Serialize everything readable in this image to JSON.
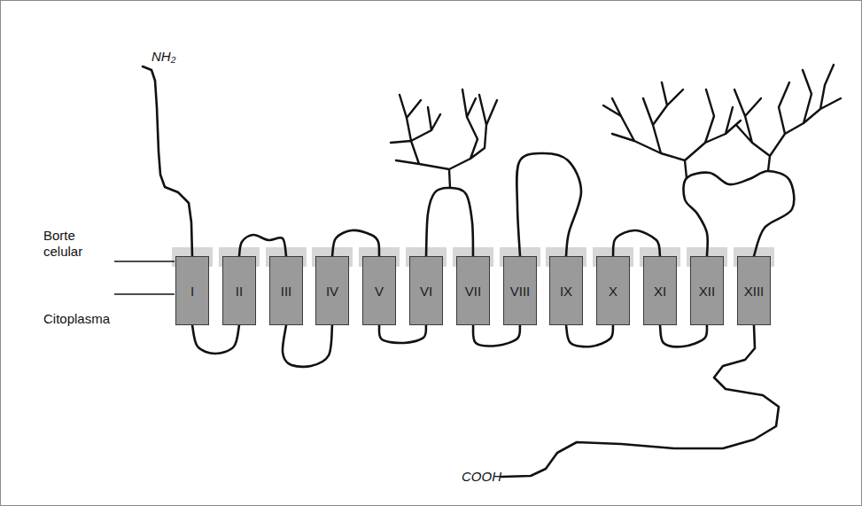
{
  "diagram": {
    "nodes": [
      {
        "text": [
          "I"
        ]
      },
      {
        "text": [
          "II"
        ]
      },
      {
        "text": [
          "III"
        ]
      },
      {
        "text": [
          "IV"
        ]
      },
      {
        "text": [
          "V"
        ]
      },
      {
        "text": [
          "VI"
        ]
      },
      {
        "text": [
          "VII"
        ]
      },
      {
        "text": [
          "VIII"
        ]
      },
      {
        "text": [
          "IX"
        ]
      },
      {
        "text": [
          "X"
        ]
      },
      {
        "text": [
          "XI"
        ]
      },
      {
        "text": [
          "XII"
        ]
      },
      {
        "text": [
          "XIII"
        ]
      }
    ],
    "edges": [
      {
        "from": 0,
        "to": 1,
        "arrow": "none"
      },
      {
        "from": 1,
        "to": 2,
        "arrow": "none"
      },
      {
        "from": 2,
        "to": 3,
        "arrow": "none"
      },
      {
        "from": 3,
        "to": 4,
        "arrow": "none"
      },
      {
        "from": 4,
        "to": 5,
        "arrow": "none"
      },
      {
        "from": 5,
        "to": 6,
        "arrow": "none"
      },
      {
        "from": 6,
        "to": 7,
        "arrow": "none"
      },
      {
        "from": 7,
        "to": 8,
        "arrow": "none"
      },
      {
        "from": 8,
        "to": 9,
        "arrow": "none"
      },
      {
        "from": 9,
        "to": 10,
        "arrow": "none"
      },
      {
        "from": 10,
        "to": 11,
        "arrow": "none"
      },
      {
        "from": 11,
        "to": 12,
        "arrow": "none"
      }
    ],
    "labels": [
      "Borte celular",
      "Citoplasma",
      "NH₂",
      "COOH"
    ]
  }
}
